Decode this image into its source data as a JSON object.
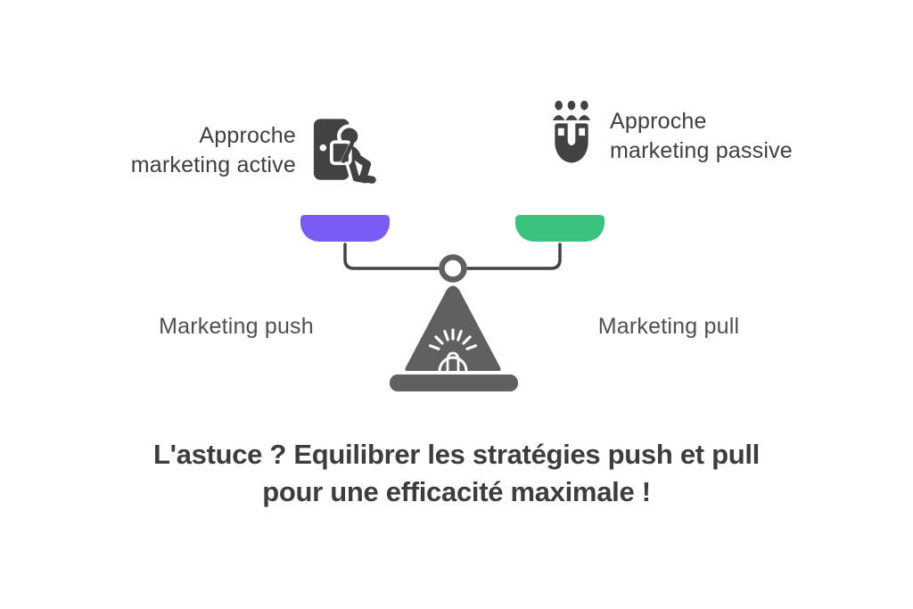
{
  "header": {
    "left": {
      "line1": "Approche",
      "line2": "marketing active"
    },
    "right": {
      "line1": "Approche",
      "line2": "marketing passive"
    }
  },
  "scale": {
    "left_pan_label": "Marketing push",
    "right_pan_label": "Marketing pull"
  },
  "headline": {
    "line1": "L'astuce ? Equilibrer les stratégies push et pull",
    "line2": "pour une efficacité maximale !"
  },
  "icons": {
    "left": "door-exit-icon",
    "right": "magnet-icon",
    "center": "balance-scale-icon"
  },
  "colors": {
    "purple_pan": "#7a5cf5",
    "green_pan": "#3cc27f",
    "icon_dark": "#424242",
    "scale_gray": "#606060",
    "beam": "#424242"
  }
}
